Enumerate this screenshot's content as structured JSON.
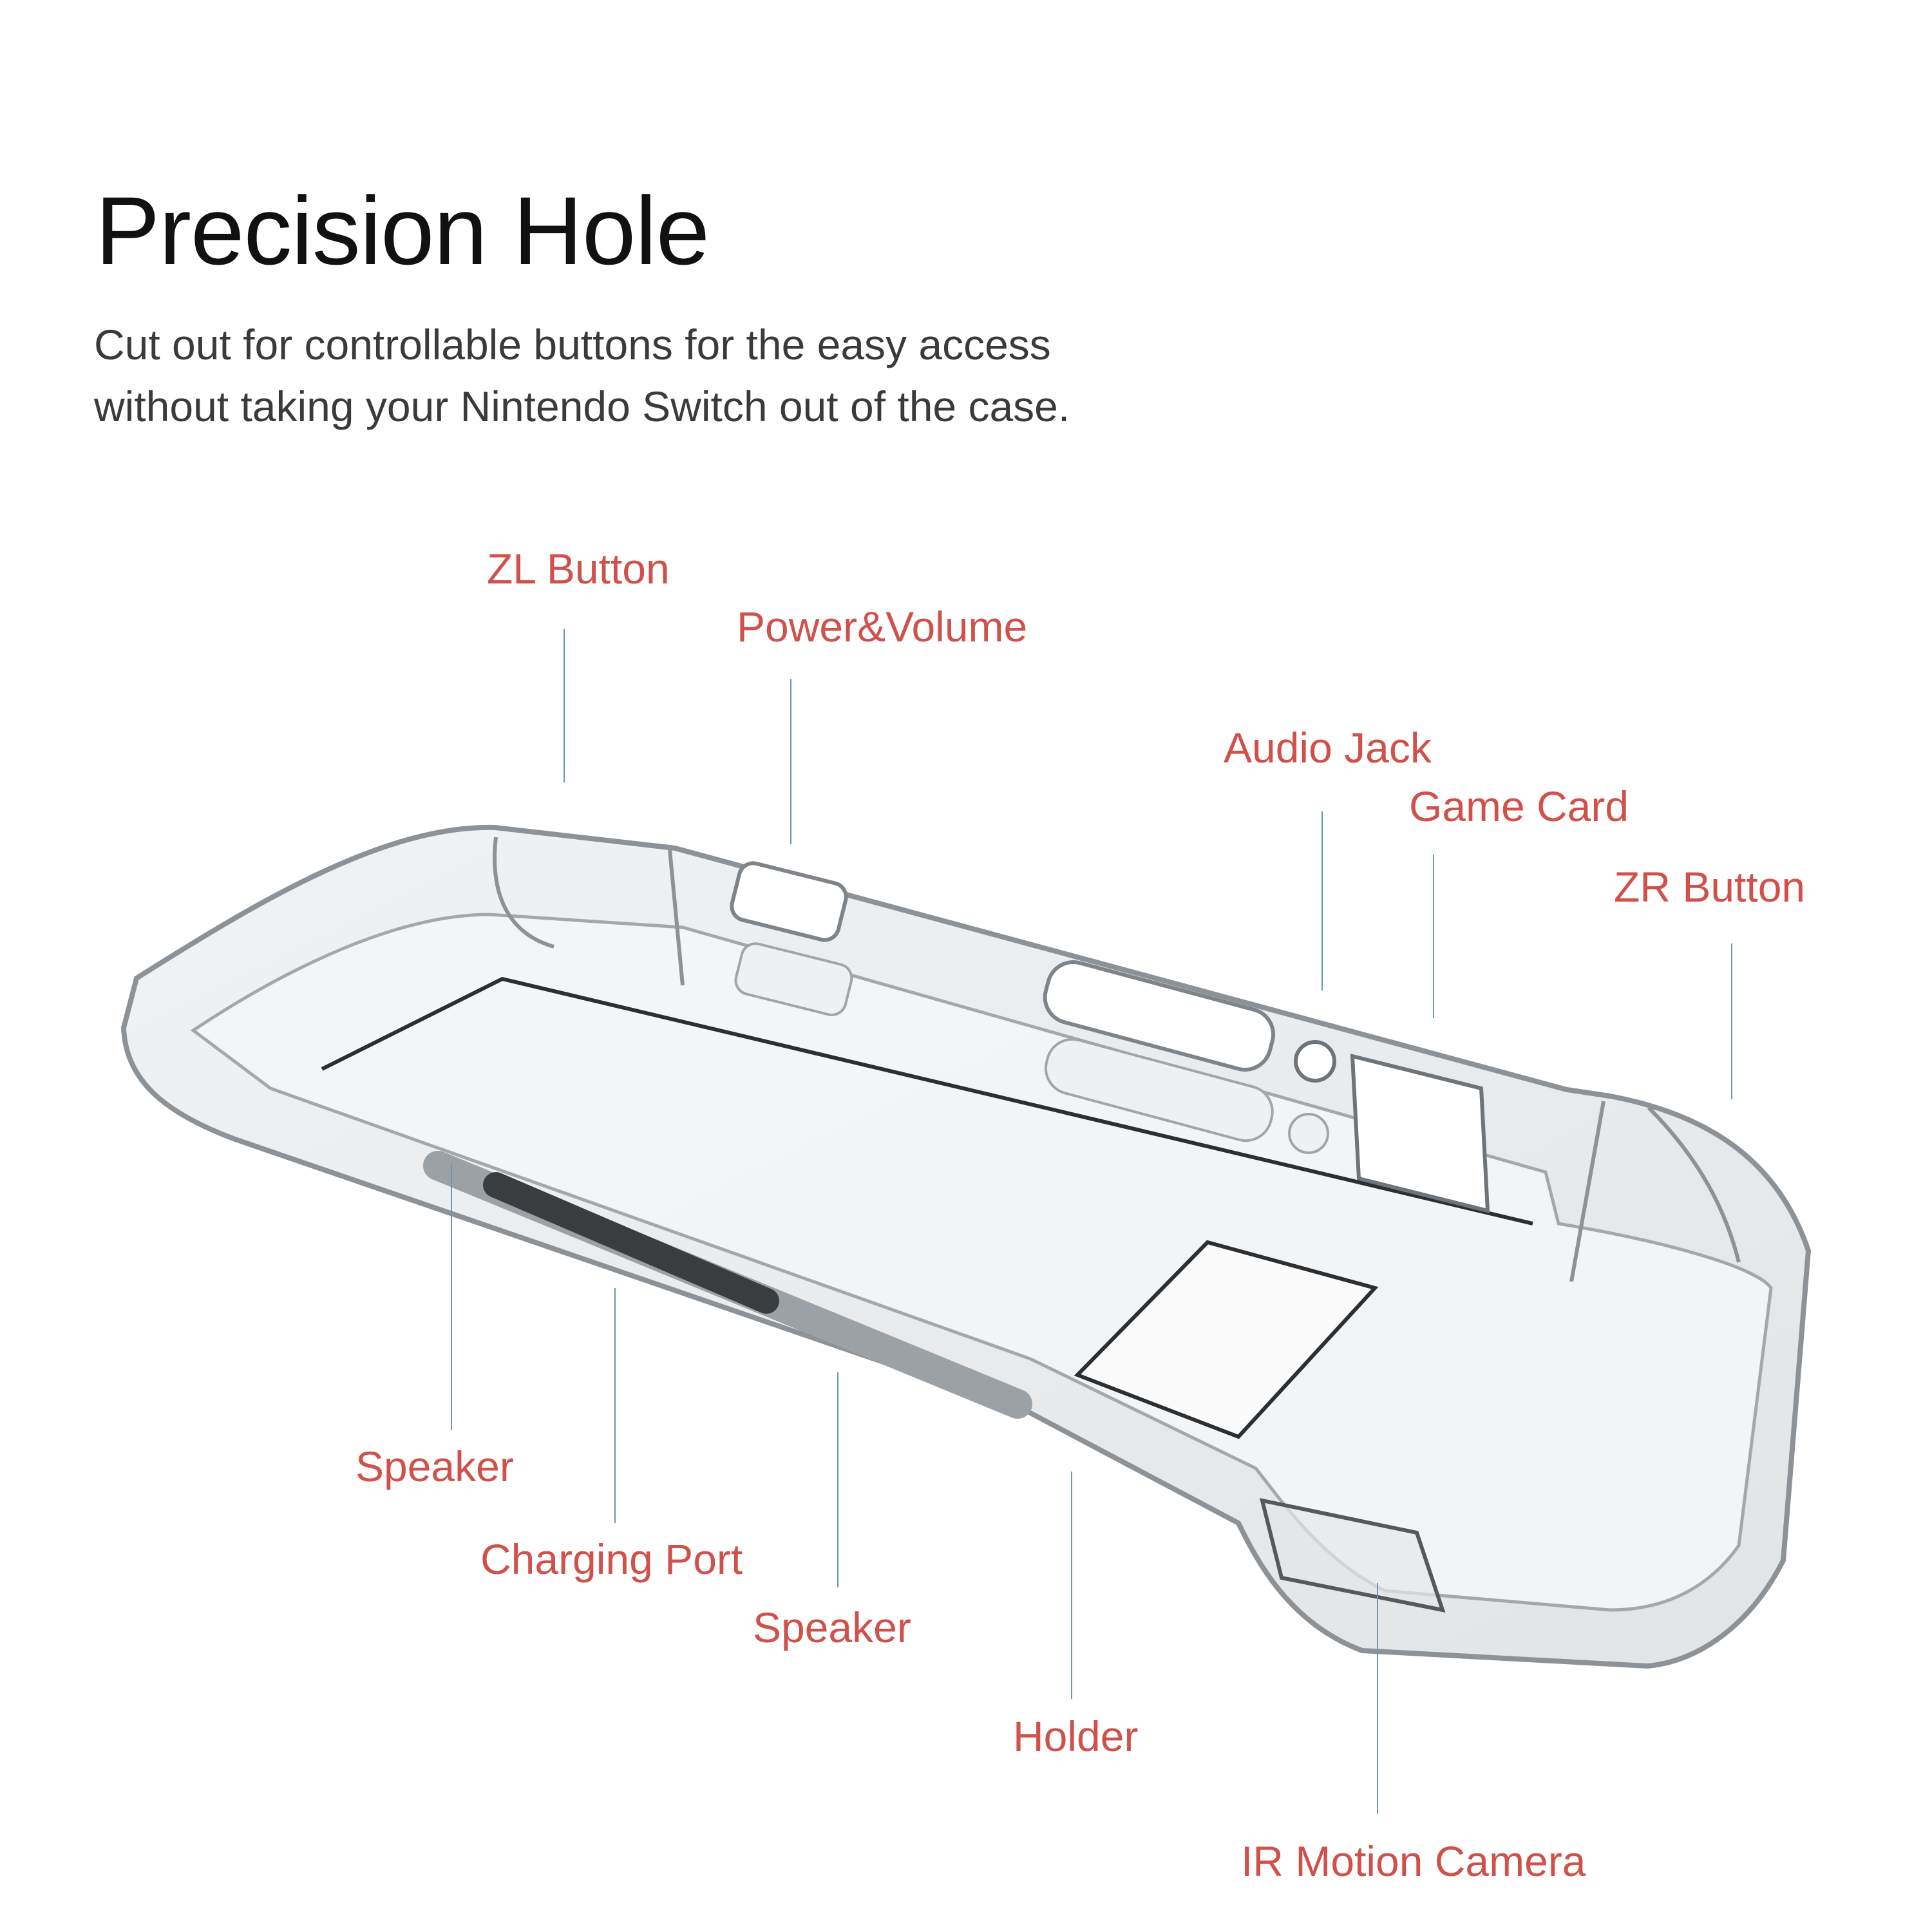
{
  "heading": {
    "title": "Precision Hole",
    "subtitle_line1": "Cut out for controllable buttons for the easy access",
    "subtitle_line2": "without taking your Nintendo Switch out of the case."
  },
  "callouts": {
    "zl_button": "ZL Button",
    "power_volume": "Power&Volume",
    "audio_jack": "Audio Jack",
    "game_card": "Game Card",
    "zr_button": "ZR Button",
    "speaker_left": "Speaker",
    "charging_port": "Charging Port",
    "speaker_right": "Speaker",
    "holder": "Holder",
    "ir_motion_camera": "IR Motion Camera"
  },
  "colors": {
    "label": "#d0504a",
    "leader_line": "#6a9aa6",
    "title": "#111111",
    "body_text": "#3a3a3a"
  }
}
